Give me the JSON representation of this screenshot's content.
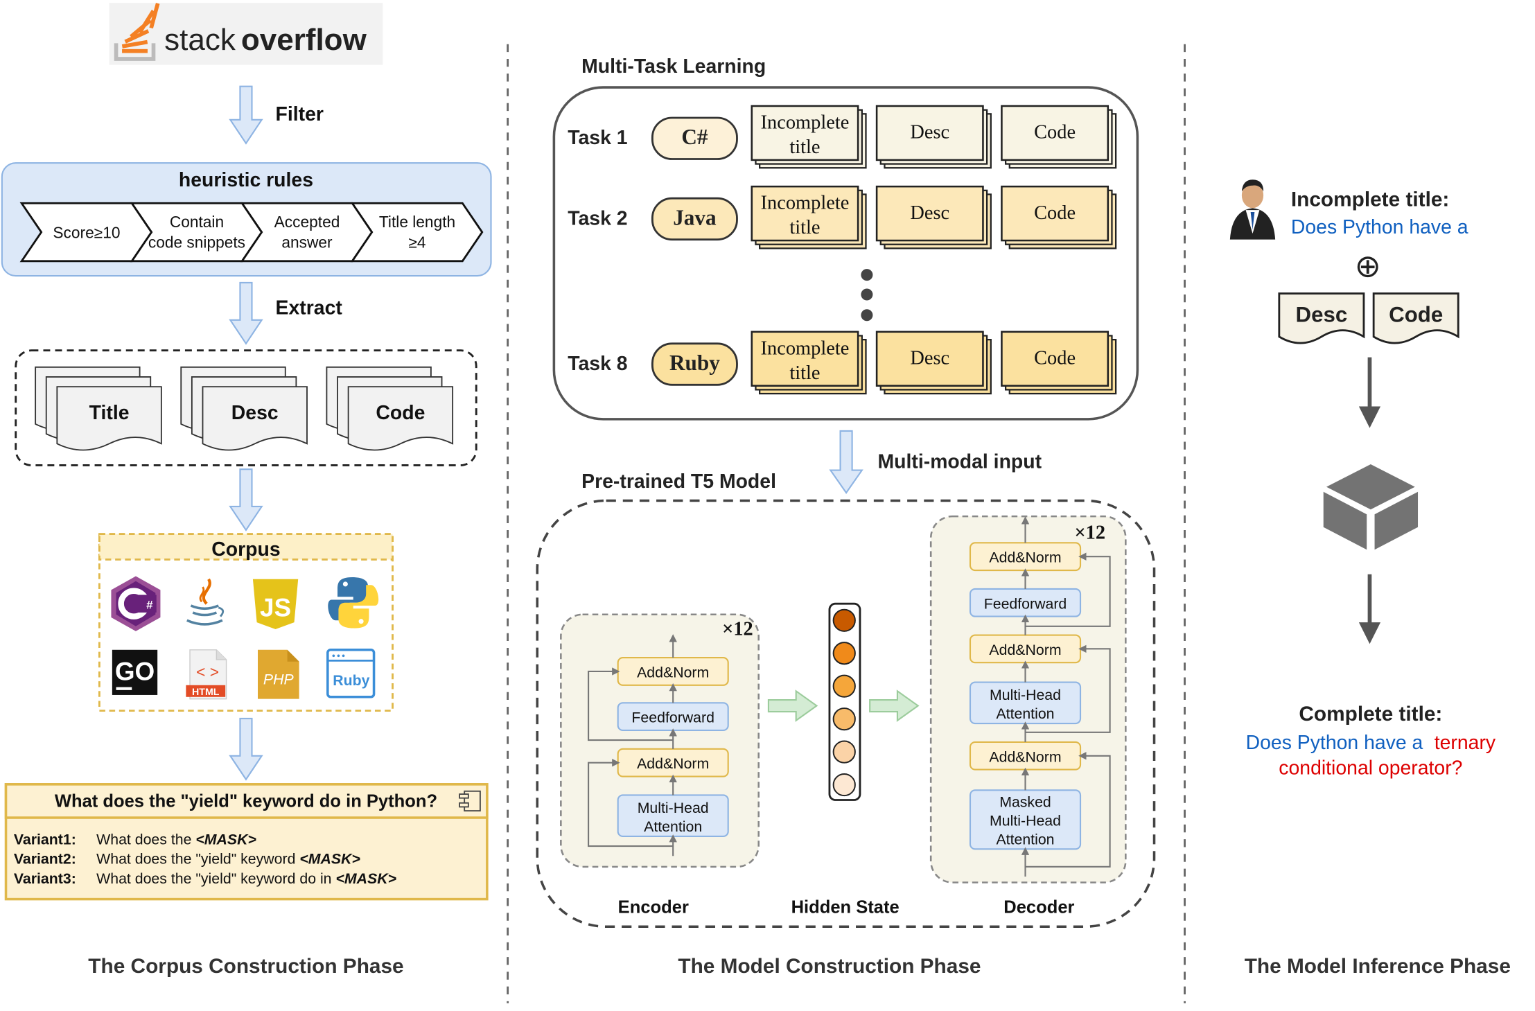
{
  "colors": {
    "blue_fill": "#dce8f8",
    "blue_stroke": "#8eb4e3",
    "cream": "#f5f1e4",
    "task_light": "#fdf1d8",
    "task_mid": "#fce8b9",
    "task_dark": "#fbe19f",
    "decoder_bg": "#f6f4e8",
    "hidden_colors": [
      "#c85a00",
      "#f08a1a",
      "#f5a63a",
      "#f8bb6a",
      "#fbd3a7",
      "#fde8d3"
    ],
    "accent_red": "#dd0000",
    "accent_blue": "#1060c0"
  },
  "corpus_phase": {
    "logo_text_light": "stack",
    "logo_text_bold": "overflow",
    "filter_label": "Filter",
    "heuristic_title": "heuristic rules",
    "rules": [
      {
        "lines": [
          "Score≥10"
        ]
      },
      {
        "lines": [
          "Contain",
          "code snippets"
        ]
      },
      {
        "lines": [
          "Accepted",
          "answer"
        ]
      },
      {
        "lines": [
          "Title length",
          "≥4"
        ]
      }
    ],
    "extract_label": "Extract",
    "docs": [
      "Title",
      "Desc",
      "Code"
    ],
    "corpus_title": "Corpus",
    "languages": [
      "C#",
      "Java",
      "JS",
      "Python",
      "GO",
      "HTML",
      "PHP",
      "Ruby"
    ],
    "example_question": "What does the \"yield\" keyword do in Python?",
    "variants": [
      {
        "label": "Variant1:",
        "text": "What does the ",
        "mask": "<MASK>"
      },
      {
        "label": "Variant2:",
        "text": "What does the \"yield\" keyword ",
        "mask": "<MASK>"
      },
      {
        "label": "Variant3:",
        "text": "What does the \"yield\" keyword do in ",
        "mask": "<MASK>"
      }
    ],
    "phase_label": "The Corpus Construction Phase"
  },
  "model_phase": {
    "mtl_title": "Multi-Task Learning",
    "tasks": [
      {
        "label": "Task 1",
        "lang": "C#",
        "fields": [
          "Incomplete title",
          "Desc",
          "Code"
        ]
      },
      {
        "label": "Task 2",
        "lang": "Java",
        "fields": [
          "Incomplete title",
          "Desc",
          "Code"
        ]
      },
      {
        "label": "Task 8",
        "lang": "Ruby",
        "fields": [
          "Incomplete title",
          "Desc",
          "Code"
        ]
      }
    ],
    "multimodal_label": "Multi-modal input",
    "t5_title": "Pre-trained T5 Model",
    "encoder": {
      "repeat": "×12",
      "blocks": [
        "Add&Norm",
        "Feedforward",
        "Add&Norm",
        "Multi-Head Attention"
      ],
      "label": "Encoder"
    },
    "hidden_label": "Hidden State",
    "decoder": {
      "repeat": "×12",
      "blocks": [
        "Add&Norm",
        "Feedforward",
        "Add&Norm",
        "Multi-Head Attention",
        "Add&Norm",
        "Masked Multi-Head Attention"
      ],
      "label": "Decoder"
    },
    "phase_label": "The Model Construction Phase"
  },
  "inference_phase": {
    "incomplete_label": "Incomplete title:",
    "incomplete_text": "Does Python have a",
    "plus_symbol": "⊕",
    "docs": [
      "Desc",
      "Code"
    ],
    "complete_label": "Complete title:",
    "complete_prefix": "Does Python have a",
    "complete_suffix1": "ternary",
    "complete_suffix2": "conditional operator?",
    "phase_label": "The Model Inference Phase"
  }
}
